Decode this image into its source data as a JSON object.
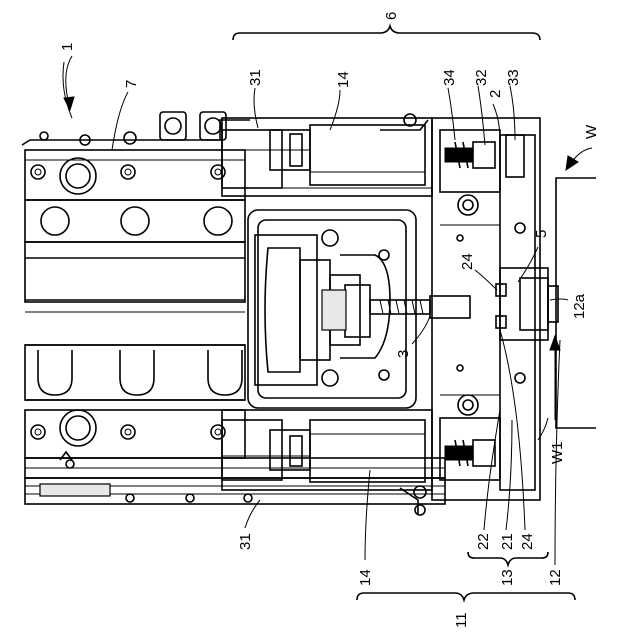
{
  "labels": {
    "l1": "1",
    "l2": "2",
    "l3": "3",
    "l5": "5",
    "l6": "6",
    "l7": "7",
    "l11": "11",
    "l12": "12",
    "l12a": "12a",
    "l13": "13",
    "l14_top": "14",
    "l14_bottom": "14",
    "l21": "21",
    "l22": "22",
    "l24_top": "24",
    "l24_bottom": "24",
    "l31_top": "31",
    "l31_bottom": "31",
    "l32": "32",
    "l33": "33",
    "l34": "34",
    "lW": "W",
    "lW1": "W1"
  }
}
